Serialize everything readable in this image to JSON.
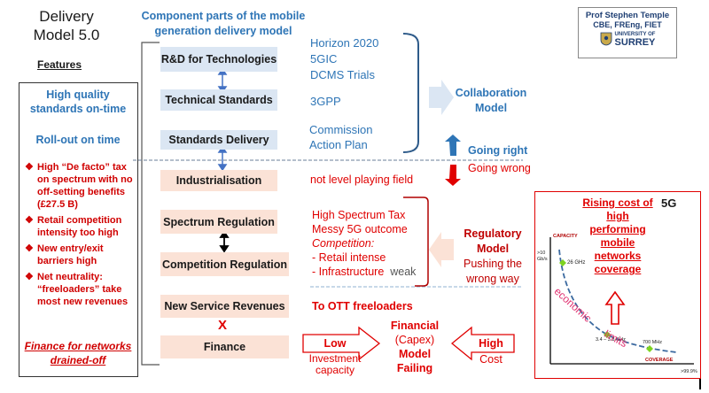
{
  "title": {
    "line1": "Delivery",
    "line2": "Model 5.0"
  },
  "features_heading": "Features",
  "features": {
    "quality": "High quality standards on-time",
    "rollout": "Roll-out on time",
    "bullets": [
      "High “De facto” tax on spectrum with no off-setting benefits  (£27.5 B)",
      "Retail competition intensity too high",
      "New entry/exit barriers high",
      "Net neutrality: “freeloaders”  take most new revenues"
    ],
    "finance_note": "Finance for networks drained-off"
  },
  "component_heading": {
    "line1": "Component parts of the mobile",
    "line2": "generation delivery model"
  },
  "boxes": {
    "rd": "R&D for Technologies",
    "tech_standards": "Technical Standards",
    "standards_delivery": "Standards Delivery",
    "industrialisation": "Industrialisation",
    "spectrum": "Spectrum Regulation",
    "competition": "Competition Regulation",
    "new_service": "New Service Revenues",
    "finance": "Finance"
  },
  "rd_notes": [
    "Horizon 2020",
    "5GIC",
    "DCMS Trials"
  ],
  "tech_note": "3GPP",
  "delivery_notes": [
    "Commission",
    "Action Plan"
  ],
  "collaboration": {
    "line1": "Collaboration",
    "line2": "Model"
  },
  "going_right": "Going right",
  "going_wrong": "Going wrong",
  "industrial_note": "not level playing field",
  "spectrum_notes": {
    "line1": "High Spectrum Tax",
    "line2": "Messy 5G outcome",
    "competition_label": "Competition",
    "retail": "- Retail intense",
    "infra": "- Infrastructure",
    "weak": "weak"
  },
  "regulatory": {
    "line1": "Regulatory",
    "line2": "Model",
    "line3": "Pushing the",
    "line4": "wrong way"
  },
  "ott": "To OTT freeloaders",
  "x_mark": "X",
  "financial": {
    "line1": "Financial",
    "line2": "(Capex)",
    "line3": "Model",
    "line4": "Failing"
  },
  "low": "Low",
  "investment": {
    "line1": "Investment",
    "line2": "capacity"
  },
  "high": "High",
  "cost": "Cost",
  "author": {
    "name": "Prof Stephen Temple",
    "credentials": "CBE, FREng, FIET",
    "uni_top": "UNIVERSITY OF",
    "uni_name": "SURREY"
  },
  "inset": {
    "title_lines": [
      "Rising cost of",
      "high",
      "performing",
      "mobile",
      "networks",
      "coverage"
    ],
    "badge": "5G",
    "y_label": "CAPACITY",
    "y_tick": ">10 Gb/s",
    "x_label": "COVERAGE",
    "x_tick": ">99.9%",
    "points": [
      "26 GHz",
      "3.4 – 3.8 GHz",
      "700 MHz"
    ],
    "curve_words": [
      "economic",
      "limits"
    ]
  },
  "colors": {
    "blue": "#2e75b6",
    "red": "#e00000",
    "box_blue": "#dbe6f3",
    "box_pink": "#fbe2d6"
  }
}
